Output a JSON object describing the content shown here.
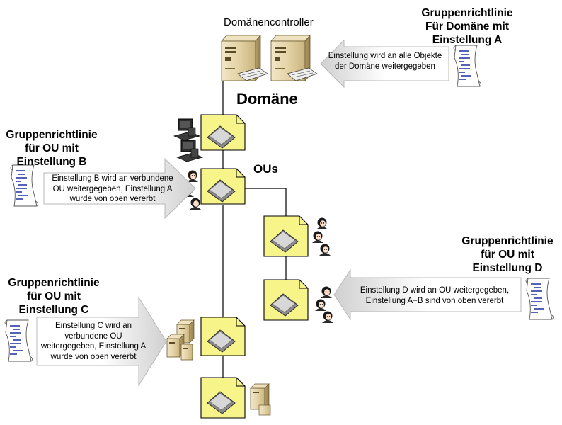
{
  "domain_controller": {
    "label": "Domänencontroller"
  },
  "domain": {
    "label": "Domäne"
  },
  "ous": {
    "label": "OUs"
  },
  "policy_a": {
    "title_lines": [
      "Gruppenrichtlinie",
      "Für Domäne mit",
      "Einstellung A"
    ],
    "arrow_lines": [
      "Einstellung wird an alle Objekte",
      "der Domäne weitergegeben"
    ]
  },
  "policy_b": {
    "title_lines": [
      "Gruppenrichtlinie",
      "für OU mit",
      "Einstellung B"
    ],
    "arrow_lines": [
      "Einstellung B wird an verbundene",
      "OU weitergegeben, Einstellung A",
      "wurde von oben vererbt"
    ]
  },
  "policy_c": {
    "title_lines": [
      "Gruppenrichtlinie",
      "für OU mit",
      "Einstellung C"
    ],
    "arrow_lines": [
      "Einstellung C wird an",
      "verbundene OU",
      "weitergegeben, Einstellung A",
      "wurde von oben vererbt"
    ]
  },
  "policy_d": {
    "title_lines": [
      "Gruppenrichtlinie",
      "für OU mit",
      "Einstellung D"
    ],
    "arrow_lines": [
      "Einstellung D wird an OU weitergegeben,",
      "Einstellung A+B sind von oben vererbt"
    ]
  },
  "colors": {
    "folder_fill": "#f7f58a",
    "doc_blue": "#2a3aa8",
    "arrow_shade": "#d9d9d9"
  }
}
